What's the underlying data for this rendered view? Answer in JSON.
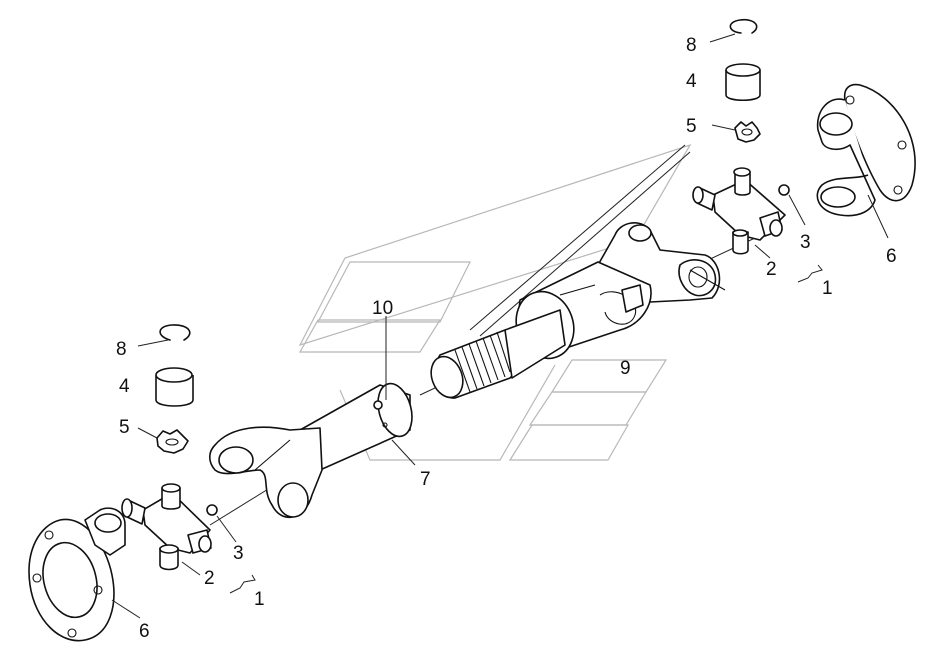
{
  "callouts": [
    {
      "id": "c8-top",
      "text": "8"
    },
    {
      "id": "c4-top",
      "text": "4"
    },
    {
      "id": "c5-top",
      "text": "5"
    },
    {
      "id": "c3-top",
      "text": "3"
    },
    {
      "id": "c2-top",
      "text": "2"
    },
    {
      "id": "c1-top",
      "text": "1"
    },
    {
      "id": "c6-top",
      "text": "6"
    },
    {
      "id": "c9",
      "text": "9"
    },
    {
      "id": "c10",
      "text": "10"
    },
    {
      "id": "c7",
      "text": "7"
    },
    {
      "id": "c8-bottom",
      "text": "8"
    },
    {
      "id": "c4-bottom",
      "text": "4"
    },
    {
      "id": "c5-bottom",
      "text": "5"
    },
    {
      "id": "c3-bottom",
      "text": "3"
    },
    {
      "id": "c2-bottom",
      "text": "2"
    },
    {
      "id": "c1-bottom",
      "text": "1"
    },
    {
      "id": "c6-bottom",
      "text": "6"
    }
  ],
  "colors": {
    "line": "#111111",
    "watermark": "#b8b8b8",
    "background": "#ffffff"
  }
}
